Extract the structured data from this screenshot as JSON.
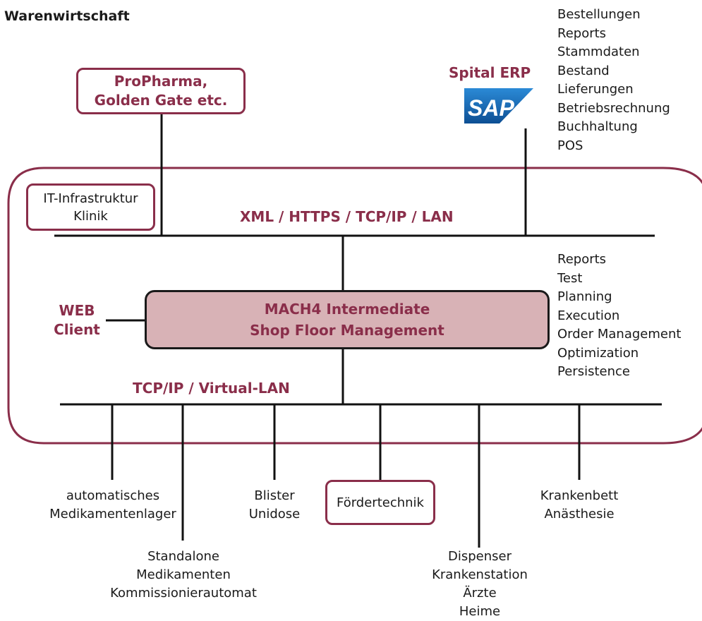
{
  "page_title": "Warenwirtschaft",
  "colors": {
    "accent": "#8a2e4a",
    "box_fill": "#d8b2b6",
    "sap_blue": "#1d6fb8",
    "line": "#111111"
  },
  "nodes": {
    "propharma": [
      "ProPharma,",
      "Golden Gate etc."
    ],
    "spital_erp": "Spital ERP",
    "sap_logo": "SAP",
    "it_infra": [
      "IT-Infrastruktur",
      "Klinik"
    ],
    "network_top": "XML / HTTPS / TCP/IP / LAN",
    "web_client": [
      "WEB",
      "Client"
    ],
    "mach4": [
      "MACH4 Intermediate",
      "Shop Floor Management"
    ],
    "network_bottom": "TCP/IP / Virtual-LAN"
  },
  "erp_functions": [
    "Bestellungen",
    "Reports",
    "Stammdaten",
    "Bestand",
    "Lieferungen",
    "Betriebsrechnung",
    "Buchhaltung",
    "POS"
  ],
  "mach4_functions": [
    "Reports",
    "Test",
    "Planning",
    "Execution",
    "Order Management",
    "Optimization",
    "Persistence"
  ],
  "devices": {
    "medikamentenlager": [
      "automatisches",
      "Medikamentenlager"
    ],
    "standalone": [
      "Standalone",
      "Medikamenten",
      "Kommissionierautomat"
    ],
    "blister": [
      "Blister",
      "Unidose"
    ],
    "foerdertechnik": "Fördertechnik",
    "dispenser": [
      "Dispenser",
      "Krankenstation",
      "Ärzte",
      "Heime"
    ],
    "krankenbett": [
      "Krankenbett",
      "Anästhesie"
    ]
  }
}
